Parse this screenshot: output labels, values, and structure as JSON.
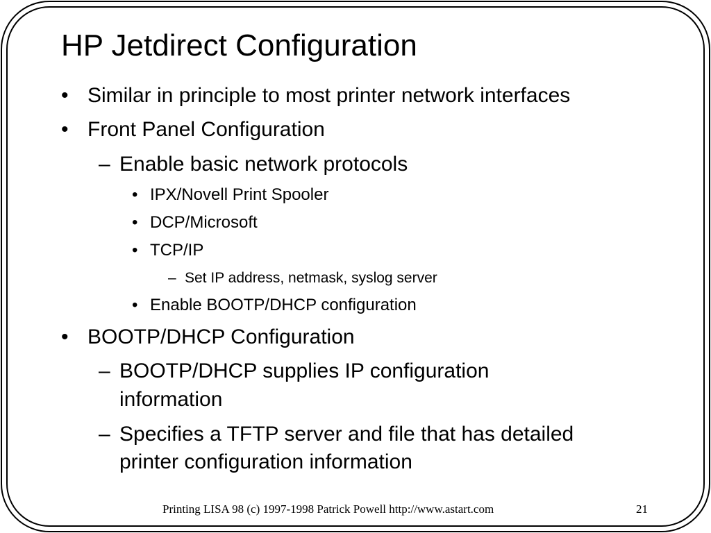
{
  "slide": {
    "title": "HP Jetdirect Configuration",
    "bullets": {
      "b1": "Similar in principle to most printer network interfaces",
      "b2": "Front Panel Configuration",
      "b2_1": "Enable basic network protocols",
      "b2_1_1": "IPX/Novell Print Spooler",
      "b2_1_2": "DCP/Microsoft",
      "b2_1_3": "TCP/IP",
      "b2_1_3_1": "Set IP address, netmask, syslog server",
      "b2_1_4": "Enable BOOTP/DHCP configuration",
      "b3": "BOOTP/DHCP Configuration",
      "b3_1_line1": "BOOTP/DHCP supplies IP configuration",
      "b3_1_line2": "information",
      "b3_2_line1": "Specifies a TFTP server and file that has detailed",
      "b3_2_line2": "printer configuration information"
    },
    "markers": {
      "bullet": "•",
      "dash": "–"
    },
    "footer": {
      "text": "Printing LISA 98 (c) 1997-1998 Patrick Powell http://www.astart.com",
      "page_number": "21"
    }
  }
}
